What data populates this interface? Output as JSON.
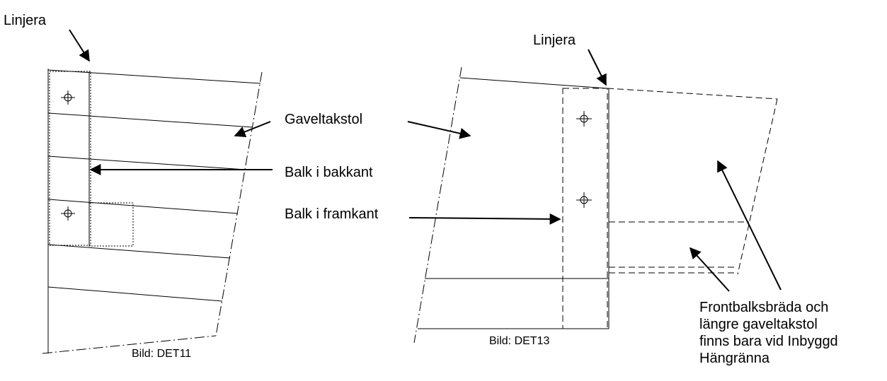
{
  "labels": {
    "linjera_left": "Linjera",
    "linjera_right": "Linjera",
    "gaveltakstol": "Gaveltakstol",
    "balk_bakkant": "Balk i bakkant",
    "balk_framkant": "Balk i framkant",
    "note": "Frontbalksbräda och\nlängre gaveltakstol\nfinns bara vid Inbyggd\nHängränna"
  },
  "captions": {
    "left": "Bild: DET11",
    "right": "Bild: DET13"
  }
}
